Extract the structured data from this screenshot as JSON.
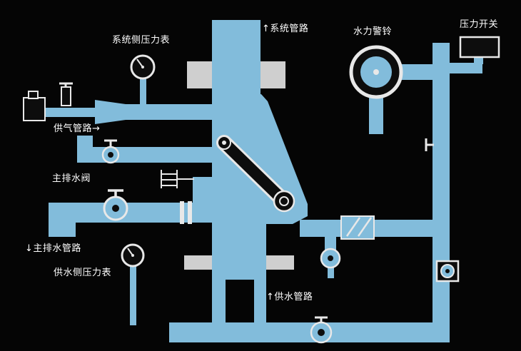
{
  "colors": {
    "background": "#050505",
    "pipe": "#82bcdb",
    "outline": "#e8e8e8",
    "device_fill": "#0d0d0d",
    "flange": "#cfcfcf",
    "text": "#ffffff"
  },
  "labels": {
    "system_side_gauge": "系统侧压力表",
    "system_piping": "↑系统管路",
    "hydraulic_alarm_bell": "水力警铃",
    "pressure_switch": "压力开关",
    "air_supply_piping": "供气管路→",
    "main_drain_valve": "主排水阀",
    "main_drain_piping": "↓主排水管路",
    "supply_side_gauge": "供水侧压力表",
    "water_supply_piping": "↑供水管路"
  }
}
